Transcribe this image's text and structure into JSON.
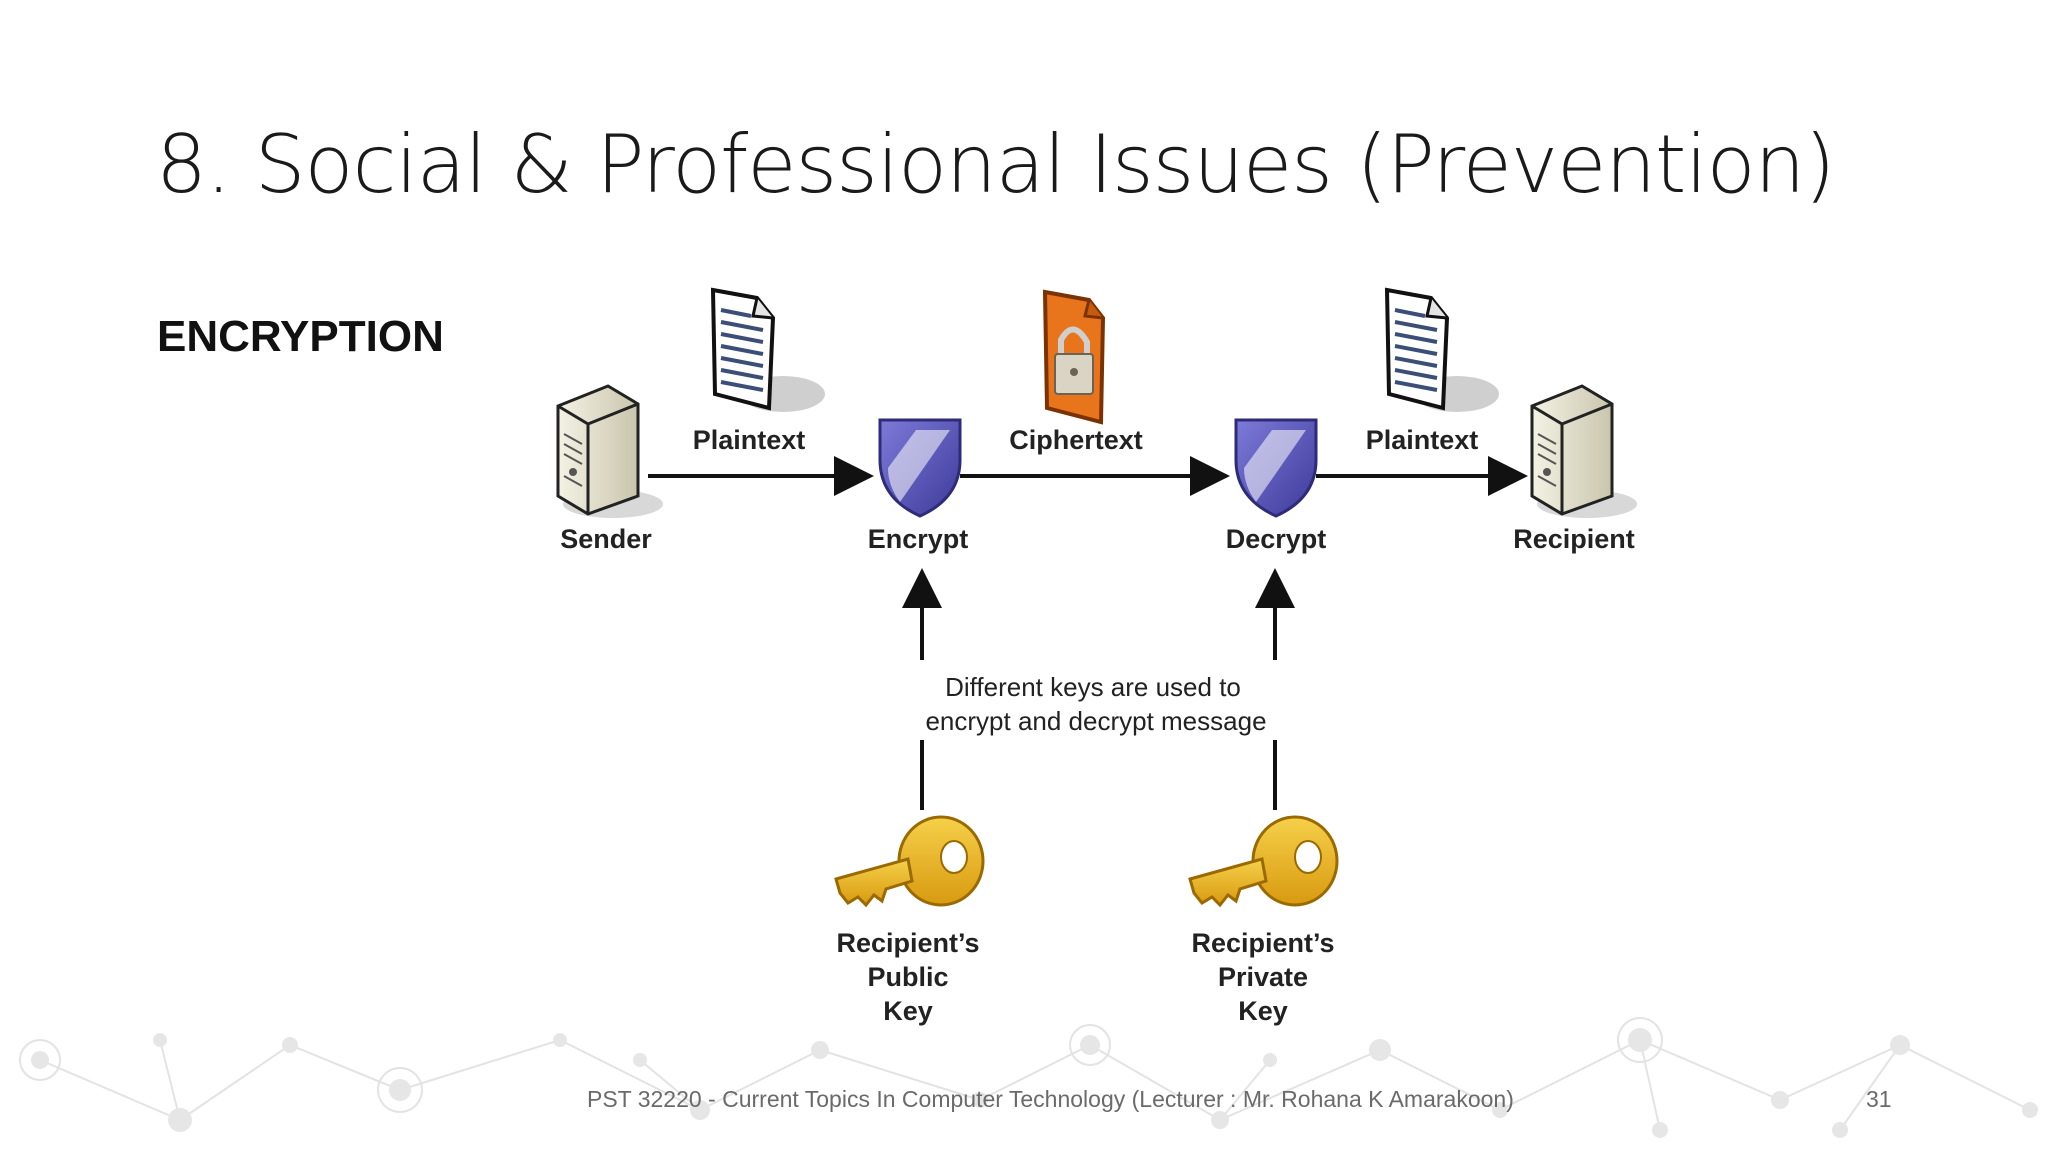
{
  "slide": {
    "title": "8. Social & Professional Issues (Prevention)",
    "section_heading": "ENCRYPTION",
    "footer": "PST 32220 - Current Topics In Computer Technology (Lecturer : Mr. Rohana K Amarakoon)",
    "page_number": "31"
  },
  "diagram": {
    "nodes": {
      "sender": "Sender",
      "encrypt": "Encrypt",
      "decrypt": "Decrypt",
      "recipient": "Recipient"
    },
    "flow": {
      "plaintext_in": "Plaintext",
      "ciphertext": "Ciphertext",
      "plaintext_out": "Plaintext"
    },
    "note_line1": "Different keys are used to",
    "note_line2": "encrypt and decrypt message",
    "public_key": {
      "line1": "Recipient’s",
      "line2": "Public",
      "line3": "Key"
    },
    "private_key": {
      "line1": "Recipient’s",
      "line2": "Private",
      "line3": "Key"
    }
  },
  "colors": {
    "shield": "#5a57b8",
    "key": "#e9b21e",
    "lock_doc": "#e8741c",
    "server": "#e9e6d2"
  },
  "icons": [
    "document-icon",
    "locked-document-icon",
    "shield-icon",
    "server-icon",
    "key-icon"
  ]
}
